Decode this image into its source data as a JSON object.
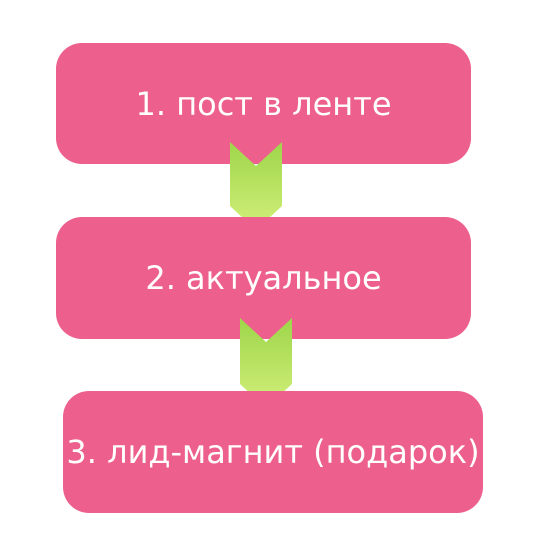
{
  "diagram": {
    "steps": [
      {
        "label": "1. пост в ленте"
      },
      {
        "label": "2. актуальное"
      },
      {
        "label": "3. лид-магнит (подарок)"
      }
    ],
    "colors": {
      "box_fill": "#ed5f8d",
      "box_text": "#ffffff",
      "arrow_top": "#9ed64a",
      "arrow_bottom": "#d2ef7a"
    }
  }
}
